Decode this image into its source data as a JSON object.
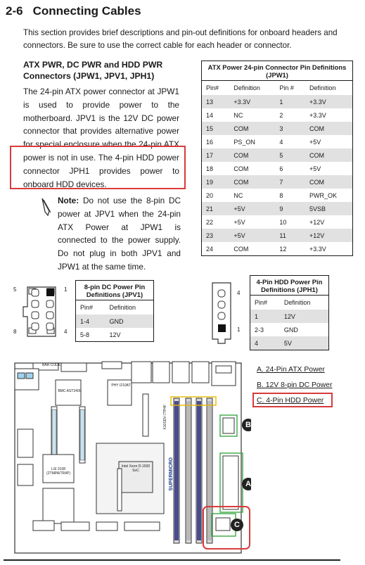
{
  "section": {
    "number": "2-6",
    "title": "Connecting Cables"
  },
  "intro": "This section provides brief descriptions and pin-out definitions for onboard headers and connectors. Be sure to use the correct cable for each header or connector.",
  "atx_heading": "ATX PWR, DC PWR and HDD PWR Connectors (JPW1, JPV1, JPH1)",
  "atx_body": {
    "part1": "The 24-pin ATX power connector at JPW1 is used to provide power to the motherboard. JPV1 is the 12V DC power connector that provides alternative power for special enclosure when the 24-pin",
    "highlight": "ATX power is not in use. The 4-pin HDD power connector JPH1 provides power to onboard HDD devices."
  },
  "note": {
    "label": "Note:",
    "text": "Do not use the 8-pin DC power at JPV1 when the 24-pin ATX Power at JPW1 is connected to the power supply. Do not plug in both JPV1 and JPW1 at the same time."
  },
  "atx_table": {
    "title": "ATX Power 24-pin Connector Pin Definitions (JPW1)",
    "headers": [
      "Pin#",
      "Definition",
      "Pin #",
      "Definition"
    ],
    "rows": [
      [
        "13",
        "+3.3V",
        "1",
        "+3.3V"
      ],
      [
        "14",
        "NC",
        "2",
        "+3.3V"
      ],
      [
        "15",
        "COM",
        "3",
        "COM"
      ],
      [
        "16",
        "PS_ON",
        "4",
        "+5V"
      ],
      [
        "17",
        "COM",
        "5",
        "COM"
      ],
      [
        "18",
        "COM",
        "6",
        "+5V"
      ],
      [
        "19",
        "COM",
        "7",
        "COM"
      ],
      [
        "20",
        "NC",
        "8",
        "PWR_OK"
      ],
      [
        "21",
        "+5V",
        "9",
        "5VSB"
      ],
      [
        "22",
        "+5V",
        "10",
        "+12V"
      ],
      [
        "23",
        "+5V",
        "11",
        "+12V"
      ],
      [
        "24",
        "COM",
        "12",
        "+3.3V"
      ]
    ]
  },
  "dc_table": {
    "title": "8-pin DC Power Pin Definitions (JPV1)",
    "headers": [
      "Pin#",
      "Definition"
    ],
    "rows": [
      [
        "1-4",
        "GND"
      ],
      [
        "5-8",
        "12V"
      ]
    ]
  },
  "dc_connector_labels": {
    "tl": "5",
    "tr": "1",
    "bl": "8",
    "br": "4"
  },
  "hdd_table": {
    "title": "4-Pin HDD Power Pin Definitions (JPH1)",
    "headers": [
      "Pin#",
      "Definition"
    ],
    "rows": [
      [
        "1",
        "12V"
      ],
      [
        "2-3",
        "GND"
      ],
      [
        "4",
        "5V"
      ]
    ]
  },
  "hdd_connector_labels": {
    "top": "4",
    "bottom": "1"
  },
  "legend": {
    "a": "A. 24-Pin ATX Power",
    "b": "B. 12V 8-pin DC Power",
    "c": "C. 4-Pin HDD Power"
  },
  "board": {
    "barcode": "BAR CODE",
    "bmc": "BMC AST2400",
    "lsi": "LSI 3108 (2TMPA/TR4P)",
    "cpu": "Intel Xeon D-1500 SoC",
    "phy": "PHY I210AT",
    "model": "X10SDV-7TP4F",
    "brand": "SUPERMICRO",
    "markers": {
      "a": "A",
      "b": "B",
      "c": "C"
    }
  },
  "colors": {
    "highlight": "#d93b3b",
    "green_box": "#3aa845",
    "table_stripe": "#e1e1e1"
  }
}
